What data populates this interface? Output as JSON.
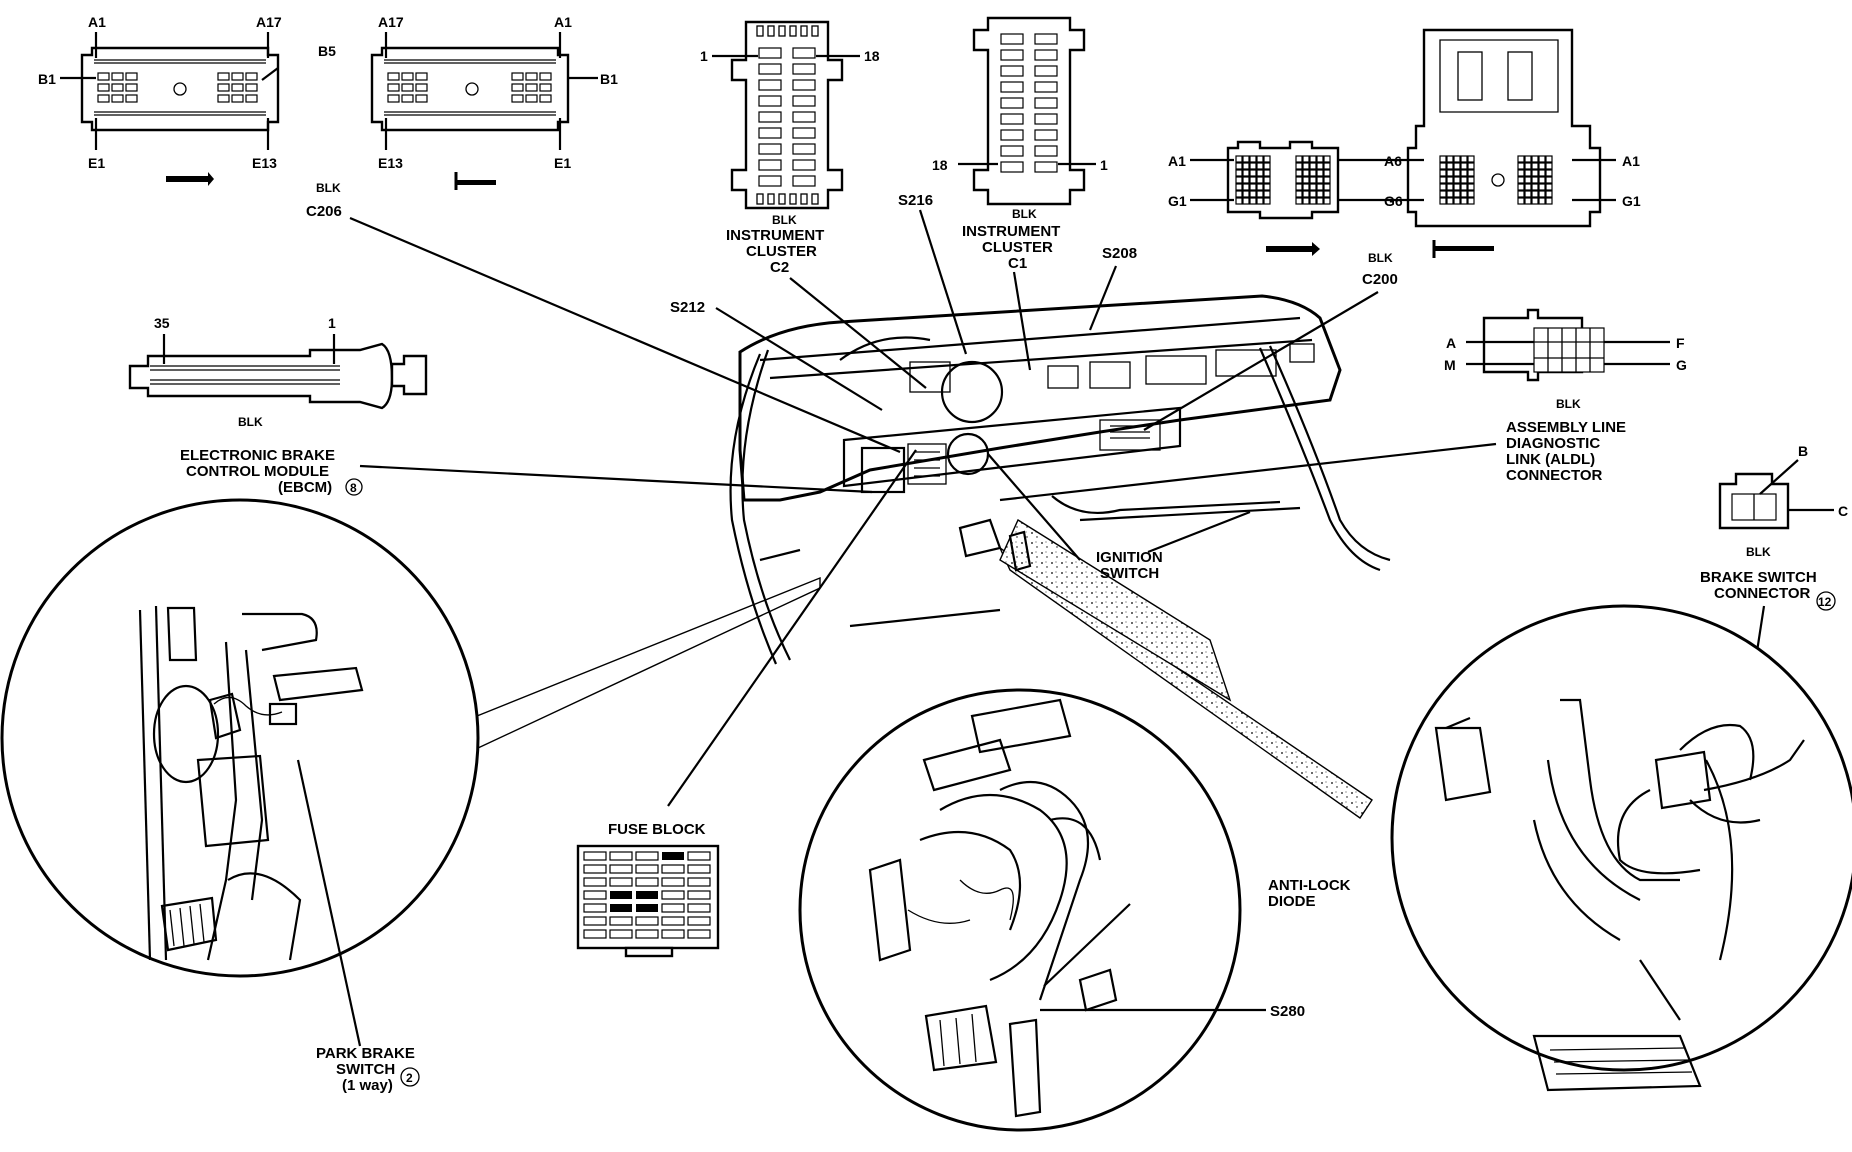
{
  "labels": {
    "blk": "BLK",
    "c206": "C206",
    "s212": "S212",
    "s216": "S216",
    "s208": "S208",
    "c200": "C200",
    "ic_c2": [
      "INSTRUMENT",
      "CLUSTER",
      "C2"
    ],
    "ic_c1": [
      "INSTRUMENT",
      "CLUSTER",
      "C1"
    ],
    "ebcm": [
      "ELECTRONIC BRAKE",
      "CONTROL MODULE",
      "(EBCM)"
    ],
    "ebcm_ref": "8",
    "aldl": [
      "ASSEMBLY LINE",
      "DIAGNOSTIC",
      "LINK (ALDL)",
      "CONNECTOR"
    ],
    "ignition": [
      "IGNITION",
      "SWITCH"
    ],
    "brake_switch": [
      "BRAKE SWITCH",
      "CONNECTOR"
    ],
    "brake_switch_ref": "12",
    "fuse_block": "FUSE BLOCK",
    "anti_lock": [
      "ANTI-LOCK",
      "DIODE"
    ],
    "s280": "S280",
    "park_brake": [
      "PARK BRAKE",
      "SWITCH",
      "(1 way)"
    ],
    "park_brake_ref": "2"
  },
  "pins": {
    "c206_a": {
      "a1": "A1",
      "a17": "A17",
      "b1": "B1",
      "b5": "B5",
      "e1": "E1",
      "e13": "E13"
    },
    "c206_b": {
      "a17": "A17",
      "a1": "A1",
      "b1": "B1",
      "e13": "E13",
      "e1": "E1"
    },
    "ic": {
      "p1": "1",
      "p18": "18"
    },
    "c200": {
      "a1": "A1",
      "a6": "A6",
      "g1": "G1",
      "g6": "G6"
    },
    "ebcm35": {
      "p35": "35",
      "p1": "1"
    },
    "aldl": {
      "a": "A",
      "m": "M",
      "f": "F",
      "g": "G"
    },
    "brake": {
      "b": "B",
      "c": "C"
    }
  }
}
